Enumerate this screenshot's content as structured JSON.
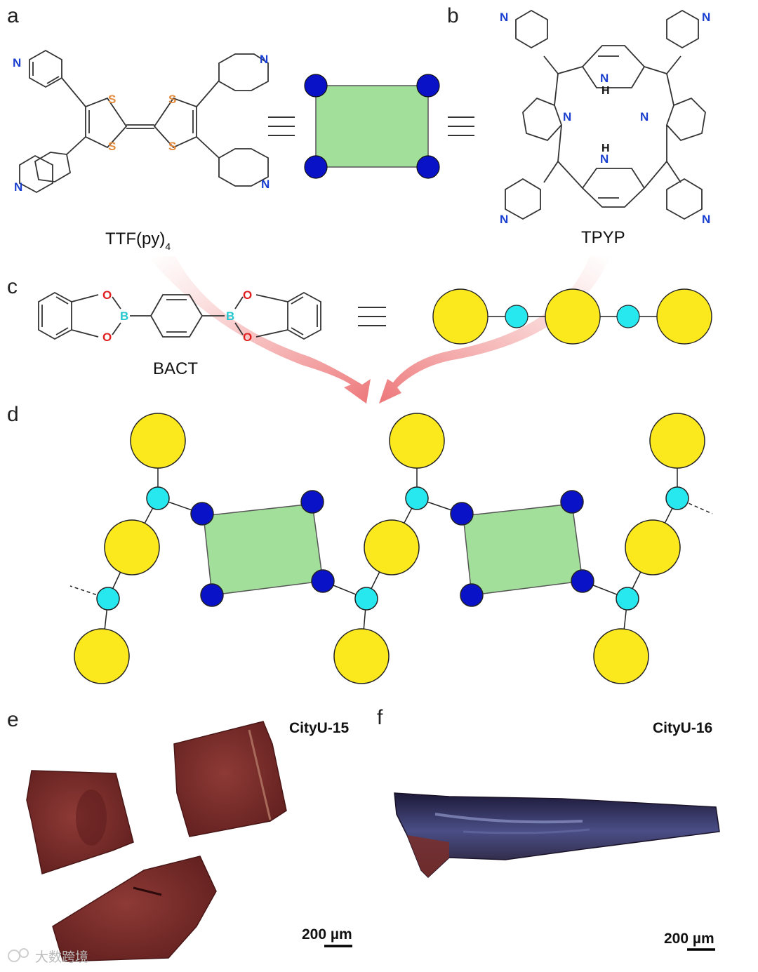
{
  "panels": {
    "a": "a",
    "b": "b",
    "c": "c",
    "d": "d",
    "e": "e",
    "f": "f"
  },
  "molecules": {
    "ttf": {
      "base": "TTF(py)",
      "sub": "4"
    },
    "tpyp": "TPYP",
    "bact": "BACT"
  },
  "atoms": {
    "N": "N",
    "S": "S",
    "O": "O",
    "B": "B",
    "H": "H"
  },
  "photos": {
    "e": {
      "name": "CityU-15",
      "scale": "200 µm"
    },
    "f": {
      "name": "CityU-16",
      "scale": "200 µm"
    }
  },
  "watermark": "大数跨境",
  "colors": {
    "node_blue": "#0a12c8",
    "node_yellow": "#fbe91e",
    "node_cyan": "#26e8ee",
    "rect_green": "#a2df9a",
    "arrow_pink": "#f08c8c",
    "crystal_red": "#7a2a28",
    "crystal_dark": "#2a2240"
  }
}
